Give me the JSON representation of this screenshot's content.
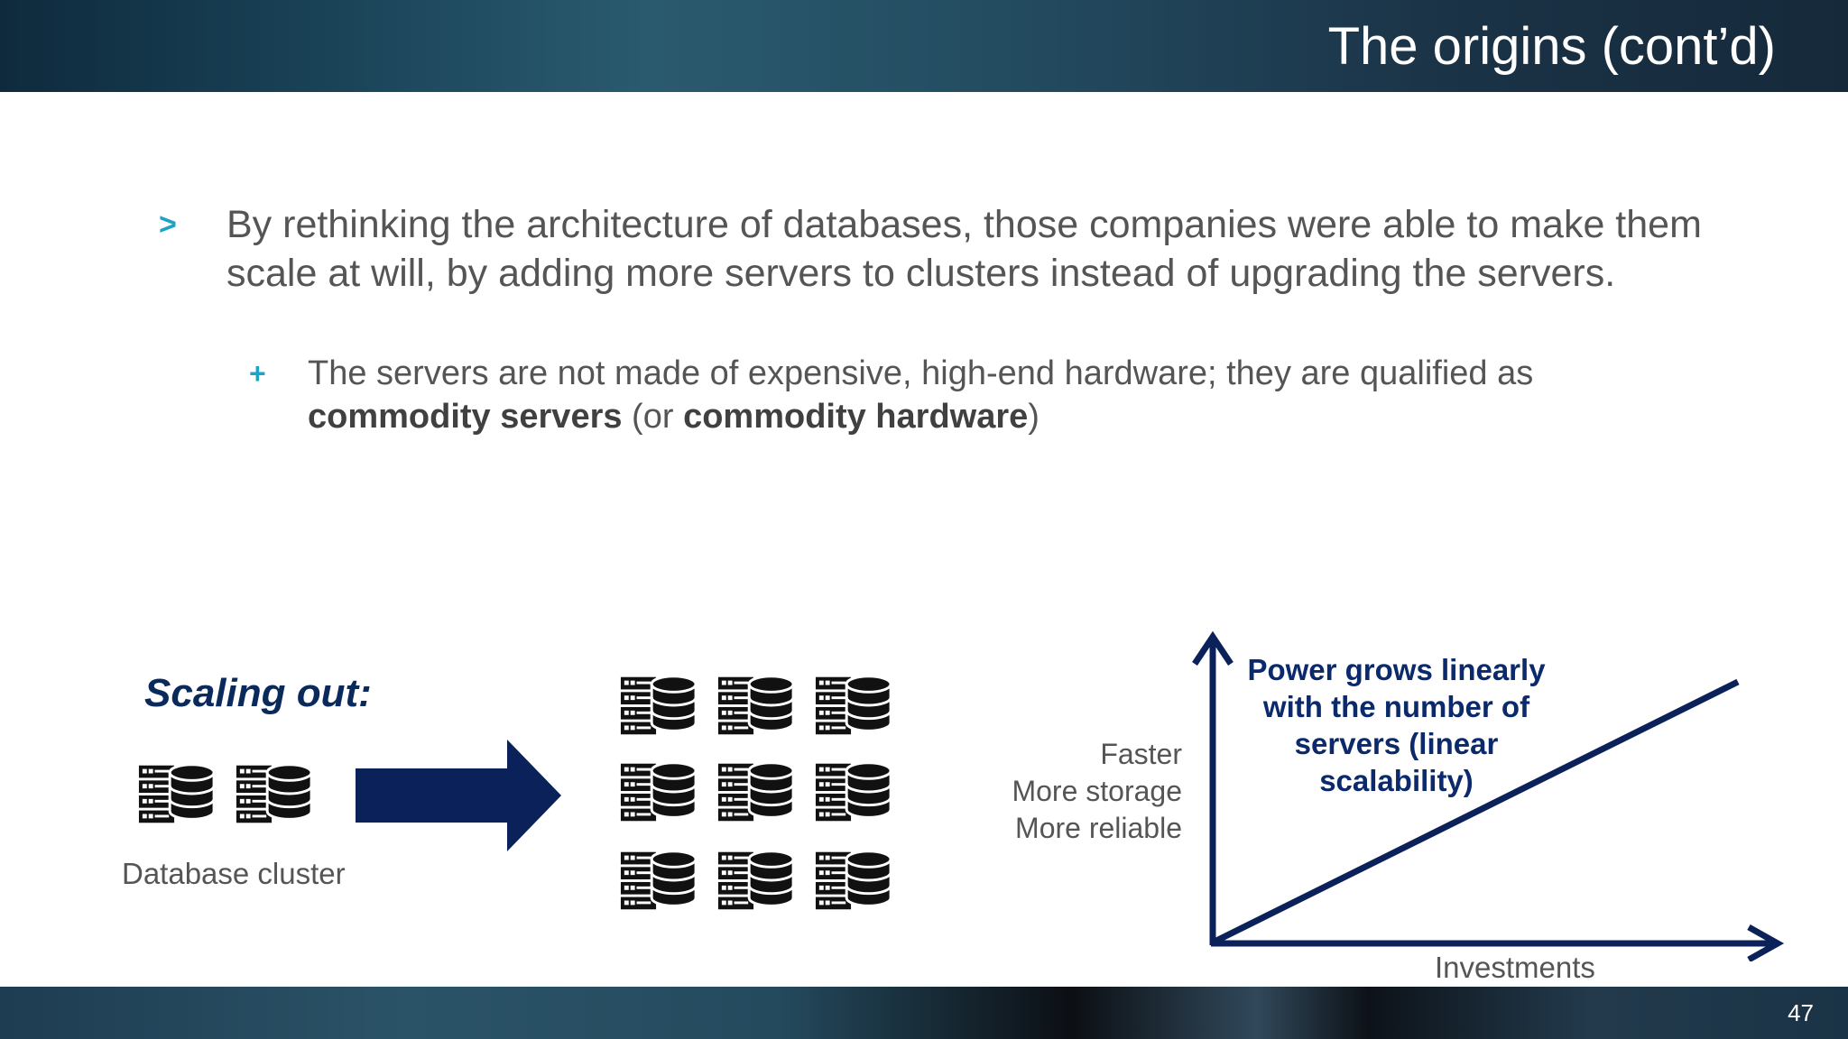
{
  "header": {
    "title": "The origins (cont’d)"
  },
  "footer": {
    "page_number": "47"
  },
  "bullets": {
    "main": {
      "marker": ">",
      "text": "By rethinking the architecture of databases, those companies were able to make them scale at will, by adding more servers to clusters instead of upgrading the servers."
    },
    "sub": {
      "marker": "+",
      "text_before": "The servers are not made of expensive, high-end hardware; they are qualified as ",
      "bold1": "commodity servers",
      "text_middle": " (or ",
      "bold2": "commodity hardware",
      "text_after": ")"
    }
  },
  "diagram": {
    "scaling_title": "Scaling out:",
    "cluster_label": "Database cluster",
    "icon": "server-database-icon",
    "arrow_color": "#0b2159"
  },
  "chart": {
    "y_labels": [
      "Faster",
      "More storage",
      "More reliable"
    ],
    "x_label": "Investments",
    "callout": "Power grows linearly with the number of servers (linear scalability)",
    "axis_color": "#0b2159"
  },
  "colors": {
    "accent": "#1fa3c4",
    "navy": "#0b2159"
  }
}
